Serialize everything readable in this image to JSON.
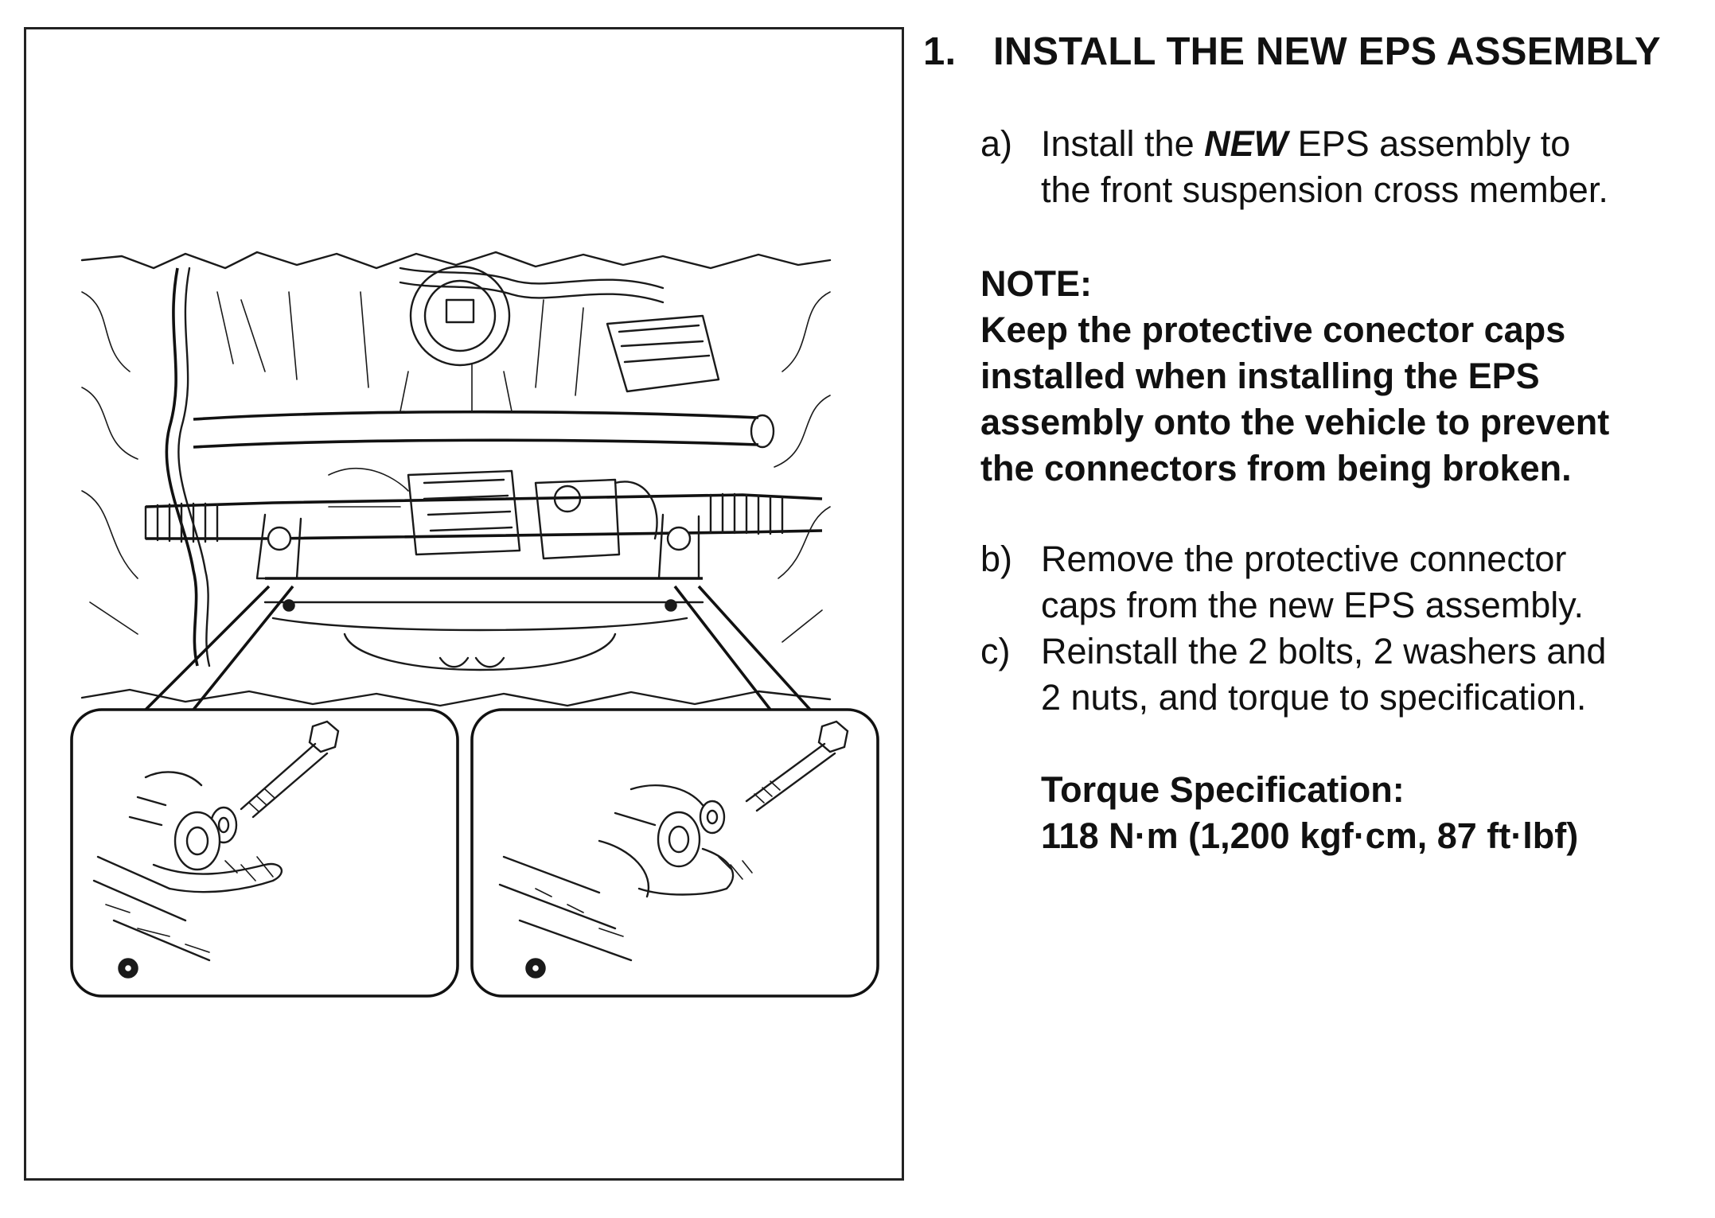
{
  "heading": {
    "number": "1.",
    "title": "INSTALL THE NEW EPS ASSEMBLY"
  },
  "steps": [
    {
      "letter": "a)",
      "line1_before": "Install the ",
      "line1_emphasis": "NEW",
      "line1_after": " EPS assembly to",
      "line2": "the front suspension cross member."
    },
    {
      "letter": "b)",
      "line1": "Remove the protective connector",
      "line2": "caps from the new EPS assembly."
    },
    {
      "letter": "c)",
      "line1": "Reinstall the 2 bolts, 2 washers and",
      "line2": "2 nuts, and torque to specification."
    }
  ],
  "note": {
    "label": "NOTE:",
    "lines": [
      "Keep the protective conector caps",
      "installed when installing the EPS",
      "assembly onto the vehicle to prevent",
      "the connectors from being broken."
    ]
  },
  "torque": {
    "label": "Torque Specification:",
    "value": "118 N·m (1,200 kgf·cm, 87 ft·lbf)"
  },
  "figure": {
    "main_view": "eps-assembly-underbody-drawing",
    "detail_left": "left-mount-bolt-detail",
    "detail_right": "right-mount-bolt-detail",
    "line_color": "#1a1a1a",
    "frame_color": "#222222"
  }
}
